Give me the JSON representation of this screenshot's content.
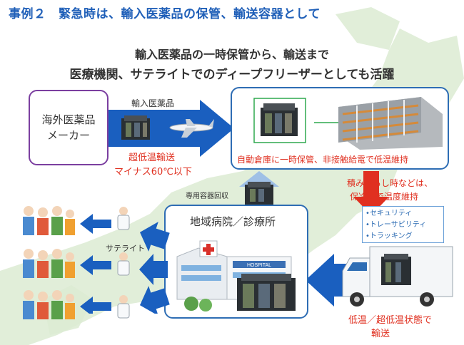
{
  "title": "事例２　緊急時は、輸入医薬品の保管、輸送容器として",
  "subtitle1": "輸入医薬品の一時保管から、輸送まで",
  "subtitle2": "医療機関、サテライトでのディープフリーザーとしても活躍",
  "maker": {
    "line1": "海外医薬品",
    "line2": "メーカー"
  },
  "import_label": "輸入医薬品",
  "transport": {
    "line1": "超低温輸送",
    "line2": "マイナス60℃以下"
  },
  "warehouse_caption": "自動倉庫に一時保管、非接触給電で低温維持",
  "return_label": "専用容器回収",
  "unloading": {
    "line1": "積み下ろし時などは、",
    "line2": "保冷材で温度維持"
  },
  "security_items": [
    "•セキュリティ",
    "•トレーサビリティ",
    "•トラッキング"
  ],
  "hospital_title": "地域病院／診療所",
  "hospital_sign": "HOSPITAL",
  "satellite_label": "サテライト",
  "delivery": {
    "line1": "低温／超低温状態で",
    "line2": "輸送"
  },
  "colors": {
    "blue": "#2e6db4",
    "arrow": "#1a5fbf",
    "red": "#e03020",
    "purple": "#7b3fa0",
    "map": "#d9ead0"
  }
}
